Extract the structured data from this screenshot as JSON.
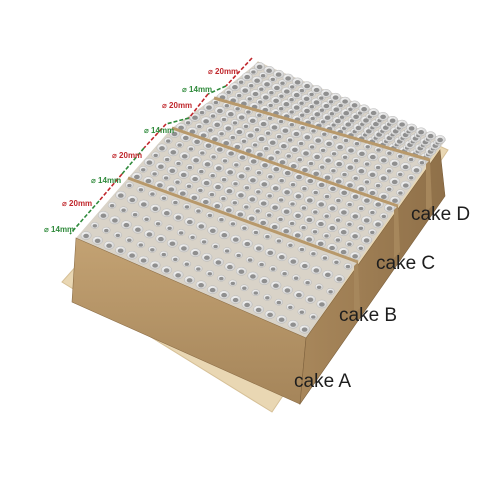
{
  "cakes": [
    {
      "label": "cake A"
    },
    {
      "label": "cake B"
    },
    {
      "label": "cake C"
    },
    {
      "label": "cake D"
    }
  ],
  "dimensions": [
    {
      "text": "⌀ 20mm",
      "color": "#c0282d"
    },
    {
      "text": "⌀ 14mm",
      "color": "#2f8a3b"
    },
    {
      "text": "⌀ 20mm",
      "color": "#c0282d"
    },
    {
      "text": "⌀ 14mm",
      "color": "#2f8a3b"
    },
    {
      "text": "⌀ 20mm",
      "color": "#c0282d"
    },
    {
      "text": "⌀ 14mm",
      "color": "#2f8a3b"
    },
    {
      "text": "⌀ 20mm",
      "color": "#c0282d"
    },
    {
      "text": "⌀ 14mm",
      "color": "#2f8a3b"
    }
  ],
  "colors": {
    "box_side": "#b49468",
    "box_side_dark": "#9c7d55",
    "box_top_rim": "#d2b88c",
    "base": "#e7d3ad",
    "tube_fill": "#ebebeb",
    "tube_hole": "#8a8a8a",
    "divider": "#cbb083"
  }
}
